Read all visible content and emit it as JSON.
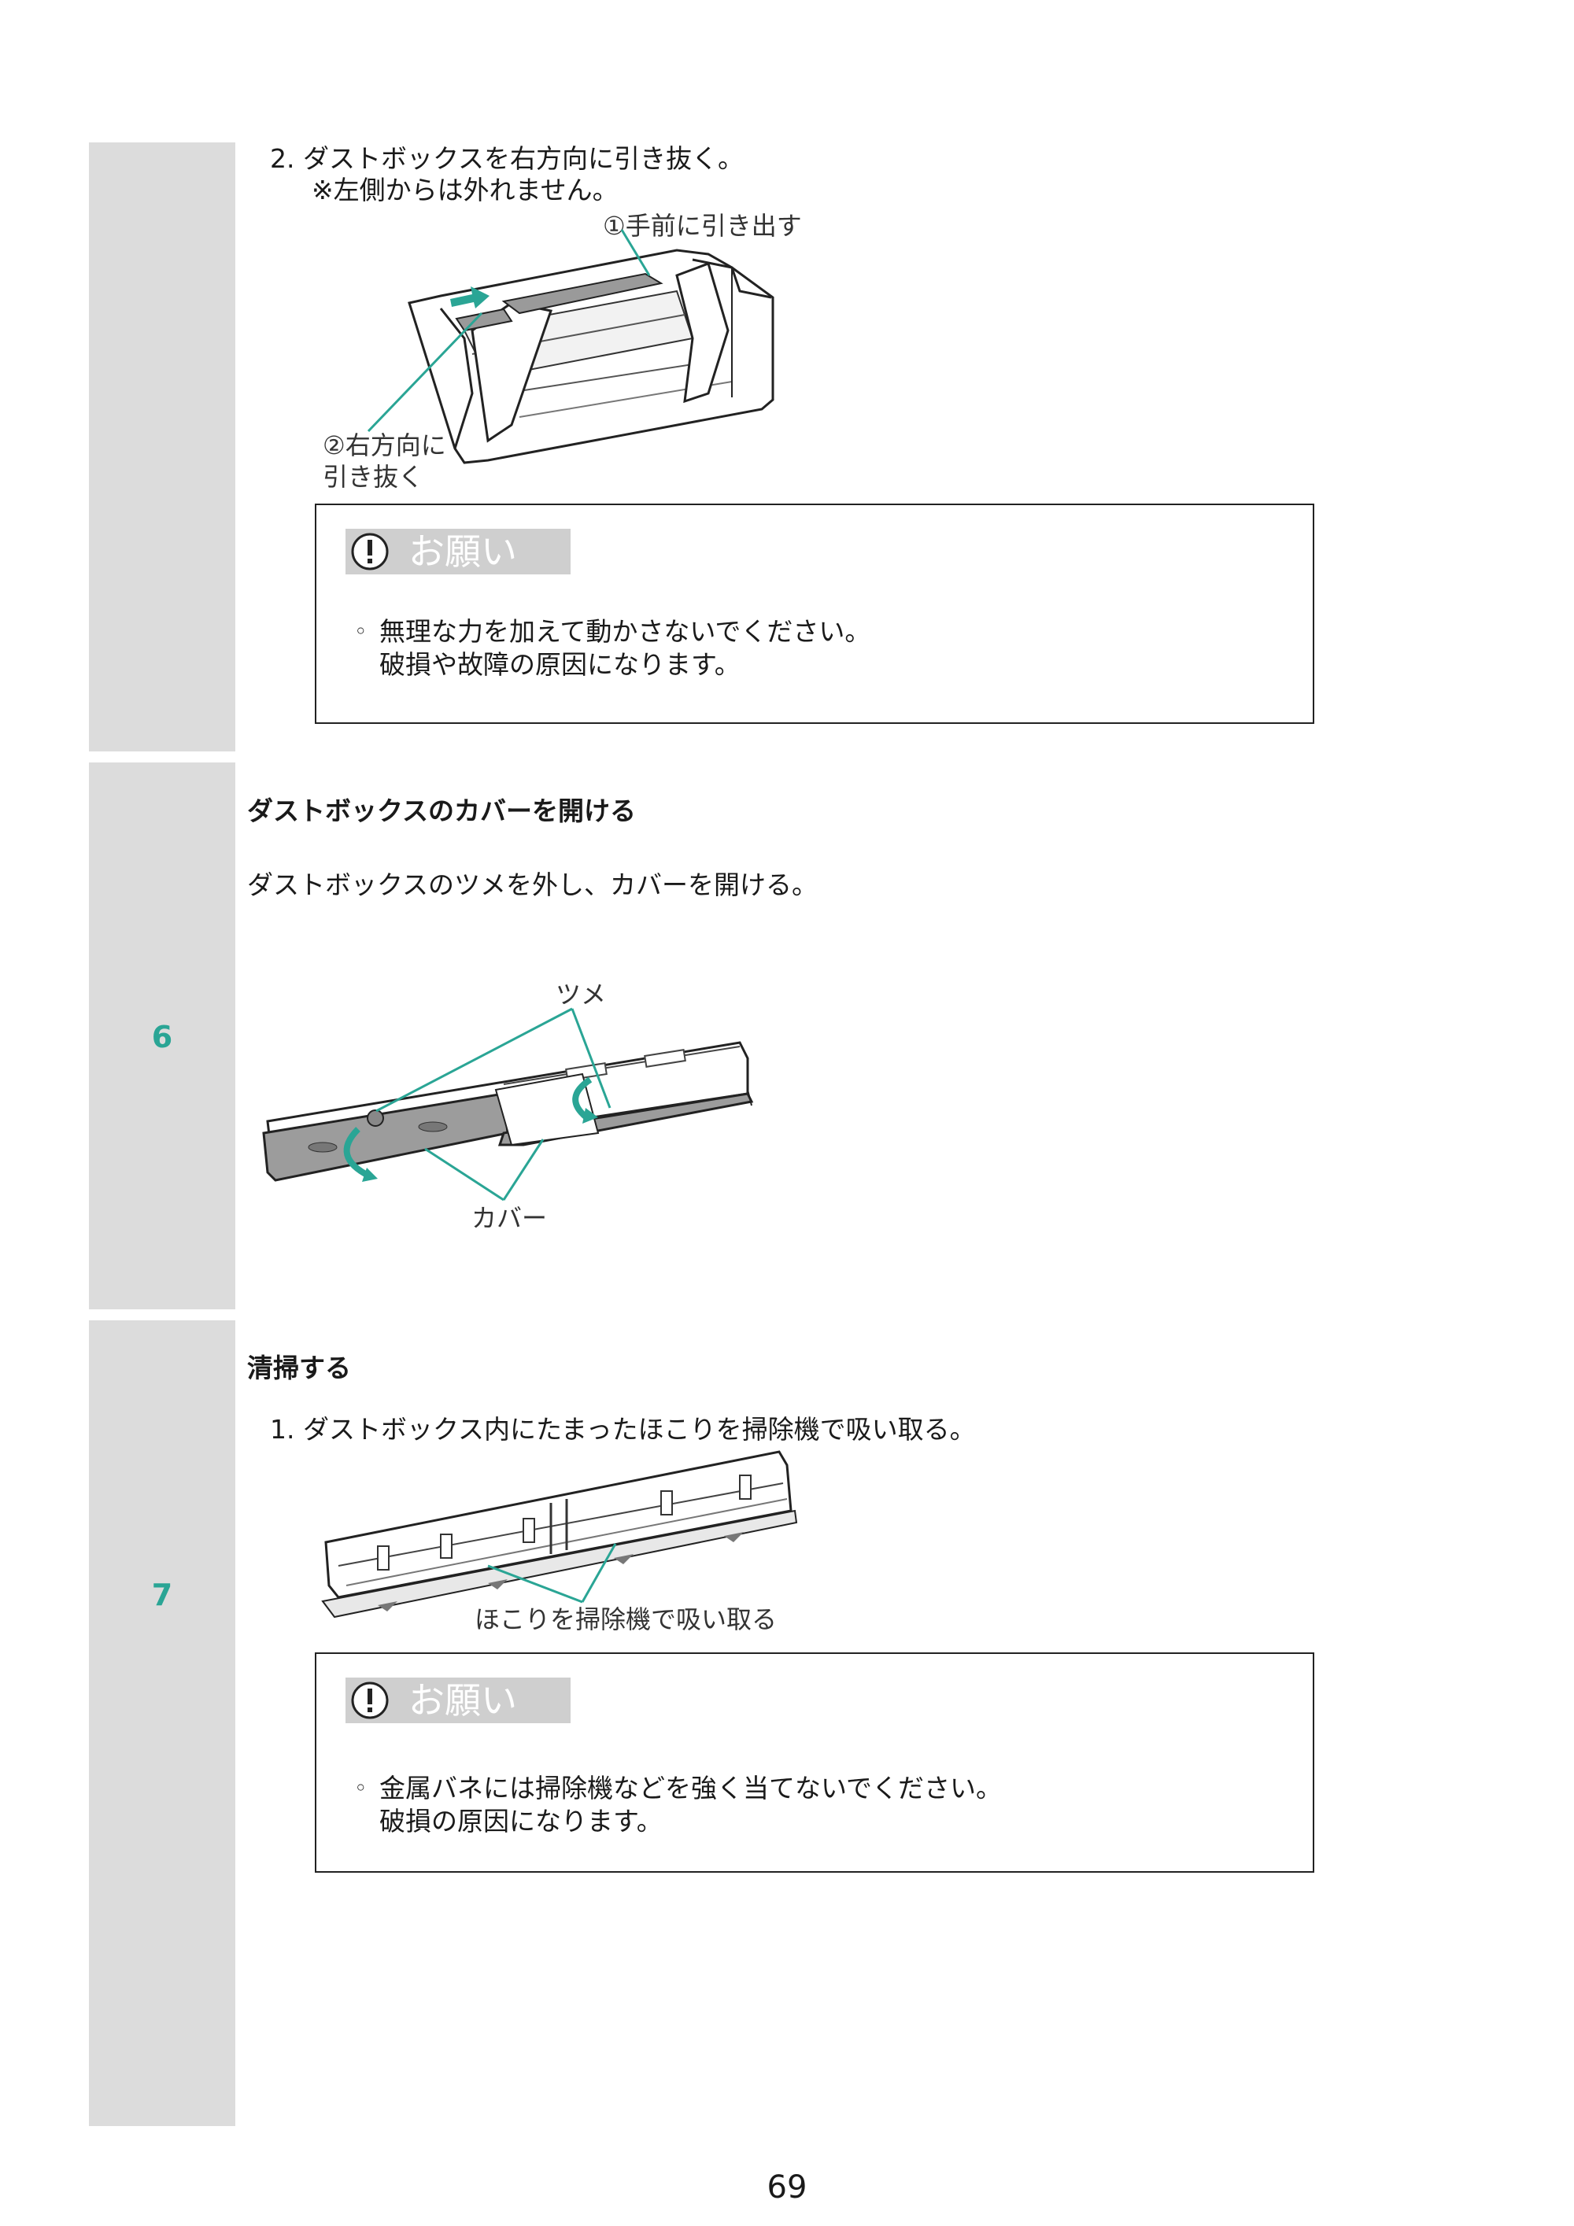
{
  "colors": {
    "accent": "#2aa595",
    "sidebar": "#dcdcdc",
    "note_badge": "#cfcfcf"
  },
  "section_prev": {
    "step_text": "2. ダストボックスを右方向に引き抜く。",
    "sub_text": "※左側からは外れません。",
    "callout_1": "①手前に引き出す",
    "callout_2_line1": "②右方向に",
    "callout_2_line2": "引き抜く",
    "note": {
      "badge_icon": "exclamation-circle-icon",
      "badge_label": "お願い",
      "bullet": "◦",
      "line1": "無理な力を加えて動かさないでください。",
      "line2": "破損や故障の原因になります。"
    }
  },
  "step6": {
    "number": "6",
    "title": "ダストボックスのカバーを開ける",
    "instruction": "ダストボックスのツメを外し、カバーを開ける。",
    "label_tsume": "ツメ",
    "label_cover": "カバー"
  },
  "step7": {
    "number": "7",
    "title": "清掃する",
    "step_text": "1. ダストボックス内にたまったほこりを掃除機で吸い取る。",
    "label_dust": "ほこりを掃除機で吸い取る",
    "note": {
      "badge_icon": "exclamation-circle-icon",
      "badge_label": "お願い",
      "bullet": "◦",
      "line1": "金属バネには掃除機などを強く当てないでください。",
      "line2": "破損の原因になります。"
    }
  },
  "page_number": "69"
}
